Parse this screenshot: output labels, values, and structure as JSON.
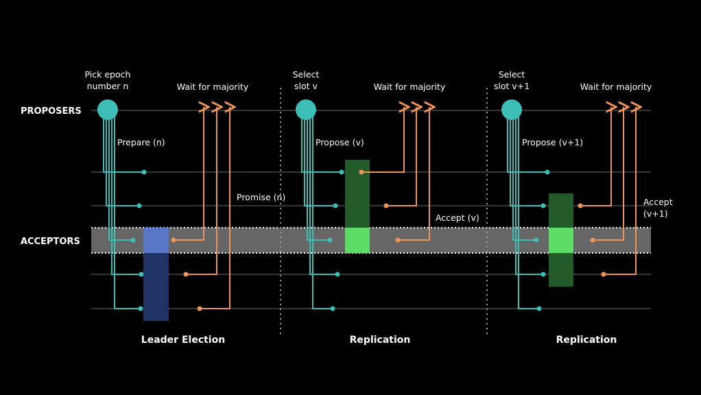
{
  "row_labels": {
    "proposers": "PROPOSERS",
    "acceptors": "ACCEPTORS"
  },
  "sections": [
    {
      "title": "Leader Election",
      "pick_label": [
        "Pick epoch",
        "number n"
      ],
      "wait_label": "Wait for majority",
      "send_label": "Prepare (n)",
      "reply_label": "Promise (n)"
    },
    {
      "title": "Replication",
      "pick_label": [
        "Select",
        "slot v"
      ],
      "wait_label": "Wait for majority",
      "send_label": "Propose (v)",
      "reply_label": "Accept (v)"
    },
    {
      "title": "Replication",
      "pick_label": [
        "Select",
        "slot v+1"
      ],
      "wait_label": "Wait for majority",
      "send_label": "Propose (v+1)",
      "reply_label": [
        "Accept",
        "(v+1)"
      ]
    }
  ],
  "colors": {
    "background": "#000000",
    "teal": "#3dbfb8",
    "orange": "#f0955a",
    "line": "#6e6e6e",
    "band": "#666666",
    "band_dots": "#ffffff",
    "election_block_light": "#5a78c8",
    "election_block_dark": "#1f3366",
    "replication_block_light": "#5edc66",
    "replication_block_dark": "#235a2a",
    "text": "#ffffff"
  }
}
